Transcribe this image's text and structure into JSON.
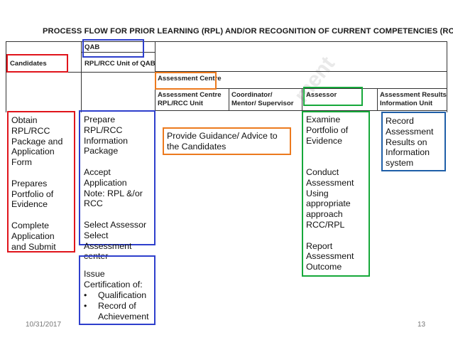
{
  "title": "PROCESS FLOW FOR PRIOR LEARNING (RPL) AND/OR RECOGNITION OF CURRENT COMPETENCIES (RCC)",
  "colors": {
    "red": "#e0141b",
    "blue": "#2e3fcc",
    "orange": "#ec7a1e",
    "green": "#16a83a",
    "navy": "#1f5fa8"
  },
  "headers": {
    "candidates": "Candidates",
    "qab": "QAB",
    "rpl_unit_qab": "RPL/RCC Unit of QAB",
    "assessment_centre": "Assessment Centre",
    "ac_unit": "Assessment Centre\nRPL/RCC Unit",
    "coordinator": "Coordinator/\nMentor/ Supervisor",
    "assessor": "Assessor",
    "results_unit": "Assessment Results\nInformation Unit"
  },
  "boxes": {
    "candidates_text": "Obtain\nRPL/RCC\nPackage and\nApplication\nForm\n\nPrepares\nPortfolio of\nEvidence\n\nComplete\nApplication\nand Submit",
    "qab_text": "Prepare\nRPL/RCC\nInformation\nPackage\n\nAccept\nApplication\nNote: RPL &/or\nRCC\n\nSelect Assessor\nSelect\nAssessment\ncenter",
    "qab_issue_intro": "Issue\nCertification of:",
    "qab_issue_items": [
      "Qualification",
      "Record of\nAchievement"
    ],
    "guidance_text": "Provide Guidance/ Advice to\nthe Candidates",
    "assessor_text": "Examine\nPortfolio of\nEvidence\n\n\nConduct\nAssessment\nUsing\nappropriate\napproach\nRCC/RPL\n\nReport\nAssessment\nOutcome",
    "results_text": "Record\nAssessment\nResults on\nInformation\nsystem"
  },
  "footer": {
    "date": "10/31/2017",
    "page": "13"
  }
}
